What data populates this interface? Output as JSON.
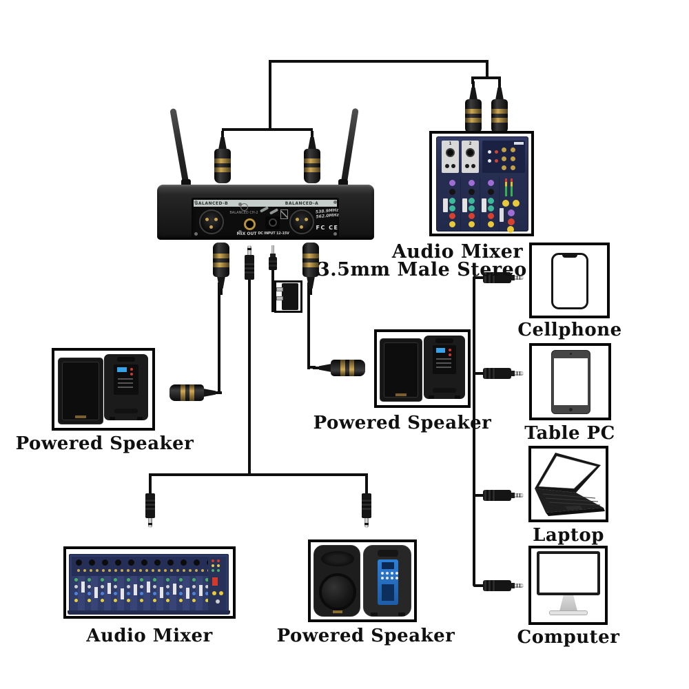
{
  "labels": {
    "audio_mixer_top": "Audio Mixer",
    "stereo_cable": "3.5mm Male Stereo",
    "cellphone": "Cellphone",
    "table_pc": "Table PC",
    "laptop": "Laptop",
    "computer": "Computer",
    "powered_speaker_left": "Powered Speaker",
    "powered_speaker_middle": "Powered Speaker",
    "audio_mixer_bottom": "Audio Mixer",
    "powered_speaker_bottom": "Powered Speaker"
  },
  "receiver": {
    "balanced_b": "BALANCED-B",
    "balanced_a": "BALANCED-A",
    "mix_out": "MIX OUT",
    "dc_input": "DC INPUT 12-15V",
    "balanced_ch2": "BALANCED CH-2",
    "freq_line1": "538.9MHz",
    "freq_line2": "562.0MHz",
    "cert_marks": "FC CE"
  },
  "mixer_top": {
    "ch1": "1",
    "ch2": "2"
  },
  "colors": {
    "cable": "#0f0f0f",
    "frame": "#050505",
    "mixer_navy": "#2c3866",
    "label_text": "#101010",
    "accent_gold": "#c2a04a",
    "lcd_blue": "#37a3e8"
  }
}
